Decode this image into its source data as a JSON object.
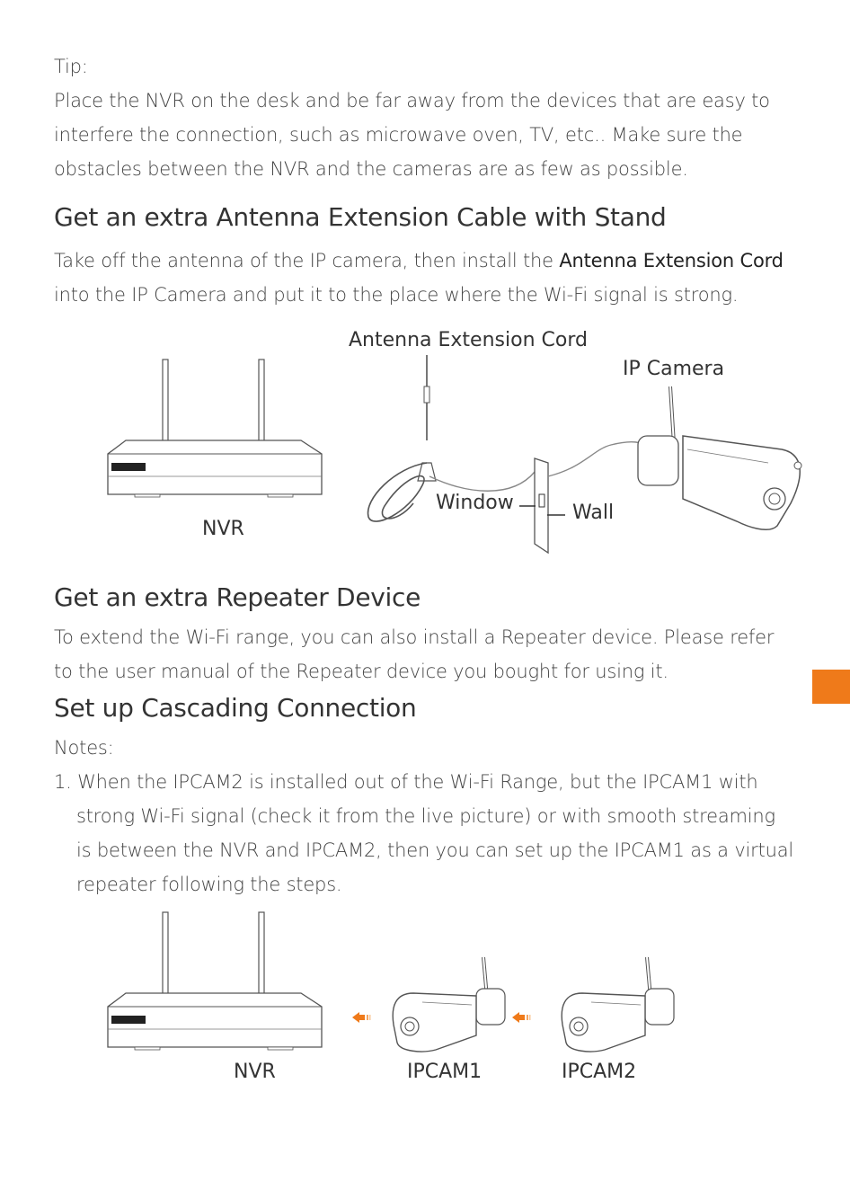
{
  "tip": {
    "label": "Tip:",
    "lines": [
      "Place the NVR on the desk and be far away from the devices that are easy to",
      "interfere the connection, such as microwave oven, TV, etc.. Make sure the",
      "obstacles between the NVR and the cameras are as few as possible."
    ]
  },
  "antenna_section": {
    "heading": "Get an extra Antenna Extension Cable with Stand",
    "line1_prefix": "Take off the antenna of the IP camera, then install the ",
    "line1_highlight": "Antenna Extension Cord",
    "line2": "into the IP Camera and put it to the place where the Wi-Fi signal is strong.",
    "diagram": {
      "antenna_cord_label": "Antenna Extension Cord",
      "ip_camera_label": "IP Camera",
      "window_label": "Window",
      "wall_label": "Wall",
      "nvr_label": "NVR"
    }
  },
  "repeater_section": {
    "heading": "Get an extra Repeater Device",
    "lines": [
      "To extend the Wi-Fi range,  you can also install a Repeater device. Please refer",
      "to the user manual of the Repeater device you bought for using it."
    ]
  },
  "cascade_section": {
    "heading": "Set up Cascading Connection",
    "notes_label": "Notes:",
    "note1_lines": [
      "1. When the IPCAM2 is installed out of the Wi-Fi Range, but the IPCAM1 with",
      "strong Wi-Fi signal (check it from the live picture) or with smooth streaming",
      "is between the NVR and IPCAM2, then you can set up the IPCAM1 as a virtual",
      "repeater following the steps."
    ],
    "diagram": {
      "nvr_label": "NVR",
      "ipcam1_label": "IPCAM1",
      "ipcam2_label": "IPCAM2"
    }
  },
  "colors": {
    "accent": "#ef7a1a"
  }
}
